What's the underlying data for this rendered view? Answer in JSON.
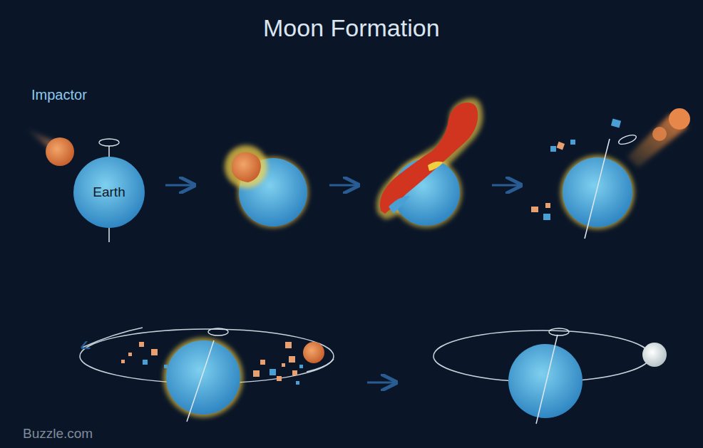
{
  "diagram": {
    "title": "Moon Formation",
    "nodes": [
      {
        "text": [
          "Earth"
        ]
      }
    ],
    "labels": [
      "Impactor",
      "Buzzle.com"
    ]
  }
}
